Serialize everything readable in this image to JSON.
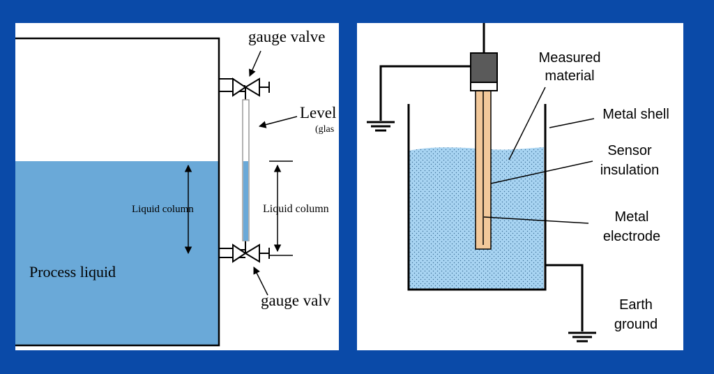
{
  "colors": {
    "background": "#0a4aa8",
    "liquid": "#6aa9d8",
    "liquid_dotted": "#a8d4f2",
    "probe_insulation": "#f2c89a",
    "sensor_head": "#5a5a5a"
  },
  "sight_glass_diagram": {
    "label_gauge_valve_top": "gauge valve",
    "label_level": "Level",
    "label_glass": "(glas",
    "label_liquid_column_tank": "Liquid column",
    "label_liquid_column_glass": "Liquid column",
    "label_process_liquid": "Process liquid",
    "label_gauge_valve_bottom": "gauge valv"
  },
  "capacitance_probe_diagram": {
    "label_measured_material_1": "Measured",
    "label_measured_material_2": "material",
    "label_metal_shell": "Metal shell",
    "label_sensor_insulation_1": "Sensor",
    "label_sensor_insulation_2": "insulation",
    "label_metal_electrode_1": "Metal",
    "label_metal_electrode_2": "electrode",
    "label_earth_ground_1": "Earth",
    "label_earth_ground_2": "ground"
  }
}
